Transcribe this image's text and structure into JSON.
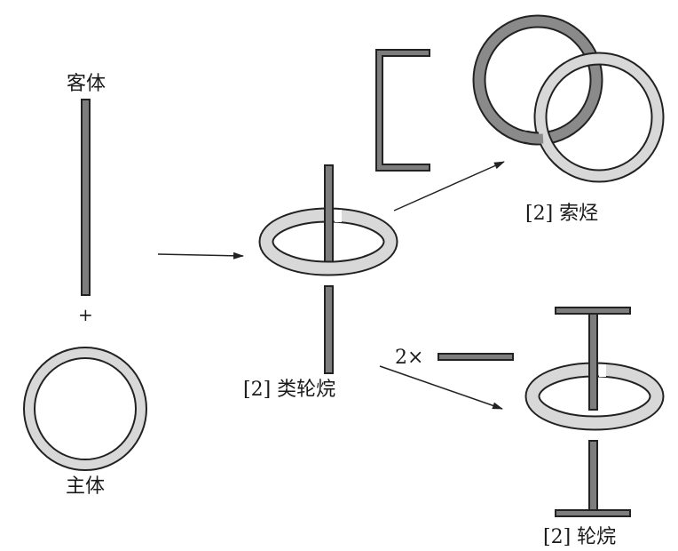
{
  "labels": {
    "guest": "客体",
    "plus": "+",
    "host": "主体",
    "pseudorotaxane": "[2] 类轮烷",
    "catenane": "[2] 索烃",
    "multiplier": "2×",
    "rotaxane": "[2] 轮烷"
  },
  "colors": {
    "rod_fill": "#7d7d7d",
    "ring_light_fill": "#d8d8d8",
    "ring_dark_fill": "#8a8a8a",
    "outline": "#222222"
  }
}
